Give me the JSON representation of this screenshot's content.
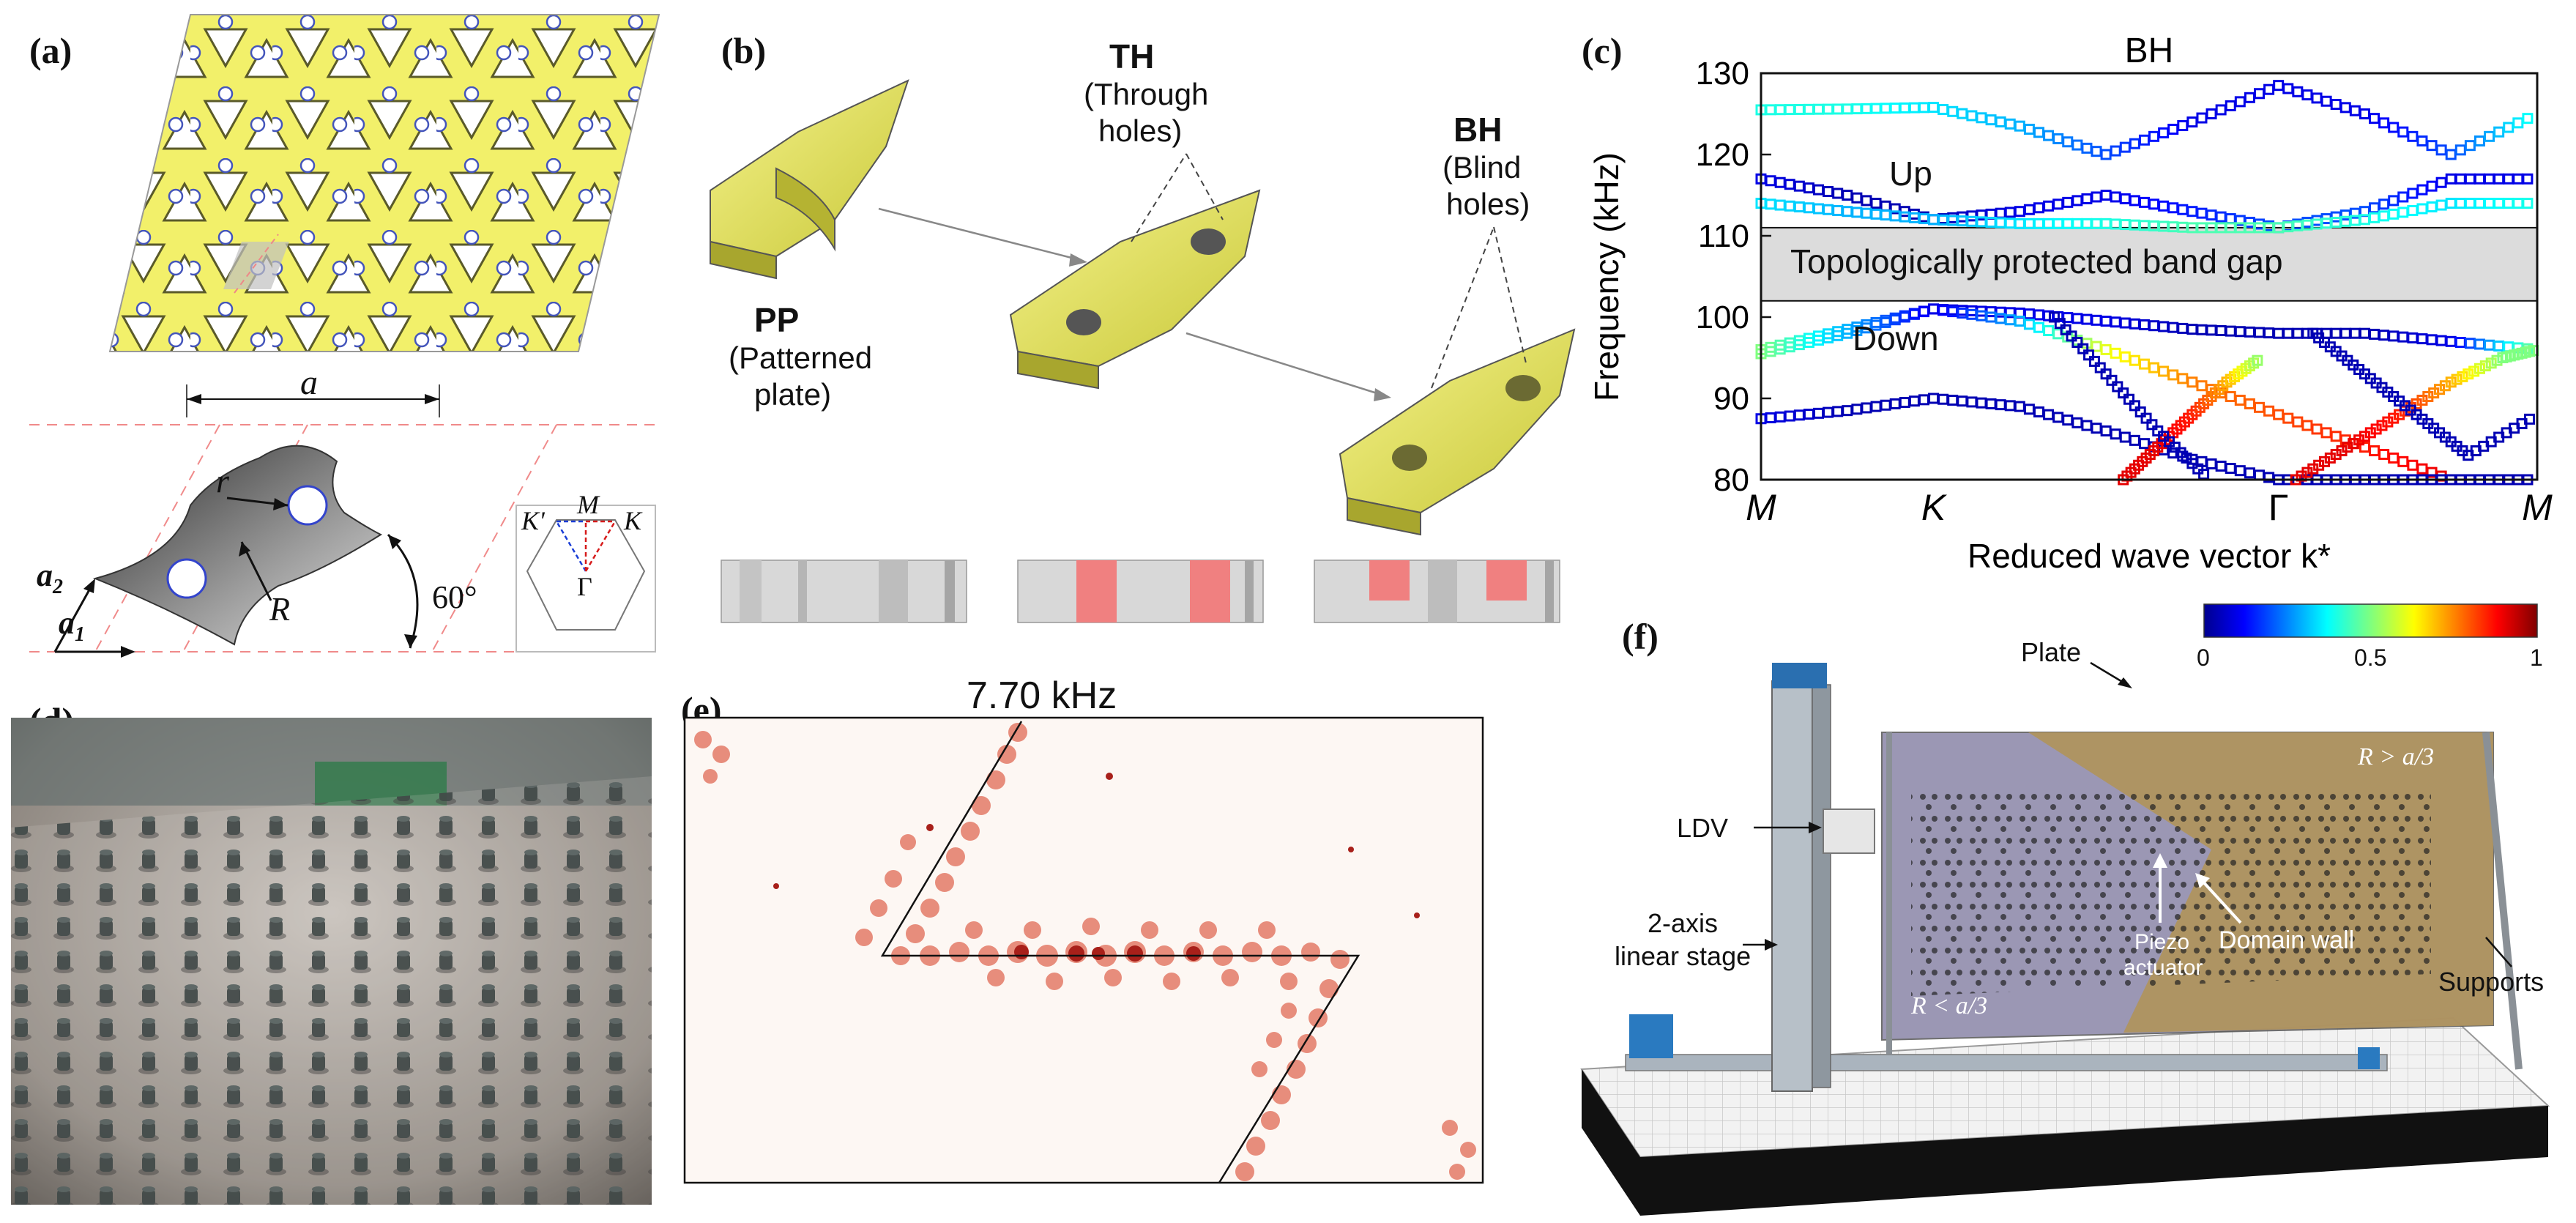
{
  "panels": {
    "a": {
      "label": "(a)",
      "lattice_label": "a",
      "radius_small": "r",
      "radius_large": "R",
      "angle": "60°",
      "vec_a2": "a",
      "vec_a2_sub": "2",
      "vec_a1": "a",
      "vec_a1_sub": "1",
      "bz_M": "M",
      "bz_K": "K",
      "bz_Kp": "K'",
      "bz_G": "Γ"
    },
    "b": {
      "label": "(b)",
      "pp_title": "PP",
      "pp_line1": "(Patterned",
      "pp_line2": "plate)",
      "th_title": "TH",
      "th_line1": "(Through",
      "th_line2": "holes)",
      "bh_title": "BH",
      "bh_line1": "(Blind",
      "bh_line2": "holes)"
    },
    "c": {
      "label": "(c)",
      "title": "BH",
      "gap_label": "Topologically protected band gap",
      "up_label": "Up",
      "down_label": "Down",
      "colorbar_ticks": [
        "0",
        "0.5",
        "1"
      ]
    },
    "d": {
      "label": "(d)"
    },
    "e": {
      "label": "(e)",
      "title": "7.70 kHz"
    },
    "f": {
      "label": "(f)",
      "plate": "Plate",
      "ldv": "LDV",
      "stage_line1": "2-axis",
      "stage_line2": "linear stage",
      "r_gt": "R > a/3",
      "r_lt": "R < a/3",
      "piezo_line1": "Piezo",
      "piezo_line2": "actuator",
      "domain_wall": "Domain wall",
      "supports": "Supports"
    }
  },
  "chart_data": {
    "type": "line",
    "title": "BH",
    "xlabel": "Reduced wave vector k*",
    "ylabel": "Frequency (kHz)",
    "xticks": [
      "M",
      "K",
      "Γ",
      "M"
    ],
    "x_positions": [
      0,
      1,
      3,
      4.5
    ],
    "ylim": [
      80,
      130
    ],
    "yticks": [
      80,
      90,
      100,
      110,
      120,
      130
    ],
    "band_gap": [
      102,
      111
    ],
    "colorscale": "jet",
    "series": [
      {
        "x": [
          0,
          0.5,
          1,
          1.5,
          2,
          2.5,
          3,
          3.5,
          4,
          4.5
        ],
        "y": [
          125.5,
          125.6,
          125.8,
          123.5,
          120,
          124,
          128.5,
          125,
          120,
          125
        ],
        "w": [
          0.4,
          0.4,
          0.35,
          0.3,
          0.2,
          0.1,
          0.1,
          0.1,
          0.2,
          0.4
        ]
      },
      {
        "x": [
          0,
          0.5,
          1,
          1.5,
          2,
          2.5,
          3,
          3.5,
          4,
          4.5
        ],
        "y": [
          117,
          115,
          112,
          113,
          115,
          113,
          111,
          113,
          117,
          117
        ],
        "w": [
          0.1,
          0.05,
          0.05,
          0.1,
          0.1,
          0.15,
          0.2,
          0.2,
          0.1,
          0.1
        ]
      },
      {
        "x": [
          0,
          0.5,
          1,
          1.5,
          2,
          2.5,
          3,
          3.5,
          4,
          4.5
        ],
        "y": [
          114,
          113,
          112,
          111.5,
          111.5,
          111,
          111,
          112,
          114,
          114
        ],
        "w": [
          0.35,
          0.3,
          0.3,
          0.35,
          0.4,
          0.45,
          0.45,
          0.4,
          0.35,
          0.4
        ]
      },
      {
        "x": [
          0,
          0.5,
          1,
          1.5,
          2,
          2.5,
          3,
          3.5,
          4,
          4.5
        ],
        "y": [
          96,
          98.5,
          101,
          100.5,
          99.5,
          98.5,
          98,
          98,
          97,
          96
        ],
        "w": [
          0.5,
          0.3,
          0.1,
          0.1,
          0.1,
          0.05,
          0.05,
          0.05,
          0.1,
          0.5
        ]
      },
      {
        "x": [
          0,
          0.5,
          1,
          1.5,
          2,
          2.5,
          3,
          3.5,
          4,
          4.5
        ],
        "y": [
          95.5,
          98,
          101,
          99.5,
          96,
          92,
          88,
          84,
          80,
          80
        ],
        "w": [
          0.5,
          0.3,
          0.1,
          0.3,
          0.6,
          0.75,
          0.8,
          0.85,
          0.9,
          0.9
        ]
      },
      {
        "x": [
          0,
          0.5,
          1,
          1.5,
          2,
          2.5,
          3,
          3.5,
          4,
          4.5
        ],
        "y": [
          87.5,
          88.5,
          90,
          89,
          86,
          82.5,
          80,
          80,
          80,
          80
        ],
        "w": [
          0.1,
          0.05,
          0.05,
          0.05,
          0.05,
          0.05,
          0.05,
          0.05,
          0.05,
          0.05
        ]
      },
      {
        "x": [
          2.1,
          2.3,
          2.5,
          2.7,
          2.9
        ],
        "y": [
          80,
          84,
          88,
          92,
          95
        ],
        "w": [
          0.9,
          0.9,
          0.85,
          0.7,
          0.5
        ]
      },
      {
        "x": [
          3.1,
          3.4,
          3.7,
          4.0,
          4.3,
          4.5
        ],
        "y": [
          80,
          84,
          88,
          92,
          95,
          96
        ],
        "w": [
          0.9,
          0.9,
          0.85,
          0.7,
          0.5,
          0.5
        ]
      },
      {
        "x": [
          1.7,
          2.0,
          2.3,
          2.6
        ],
        "y": [
          100,
          93,
          86,
          80
        ],
        "w": [
          0.05,
          0.05,
          0.05,
          0.05
        ]
      },
      {
        "x": [
          3.2,
          3.5,
          3.8,
          4.1,
          4.5
        ],
        "y": [
          98,
          93,
          88,
          83,
          88
        ],
        "w": [
          0.05,
          0.05,
          0.05,
          0.05,
          0.05
        ]
      }
    ]
  }
}
